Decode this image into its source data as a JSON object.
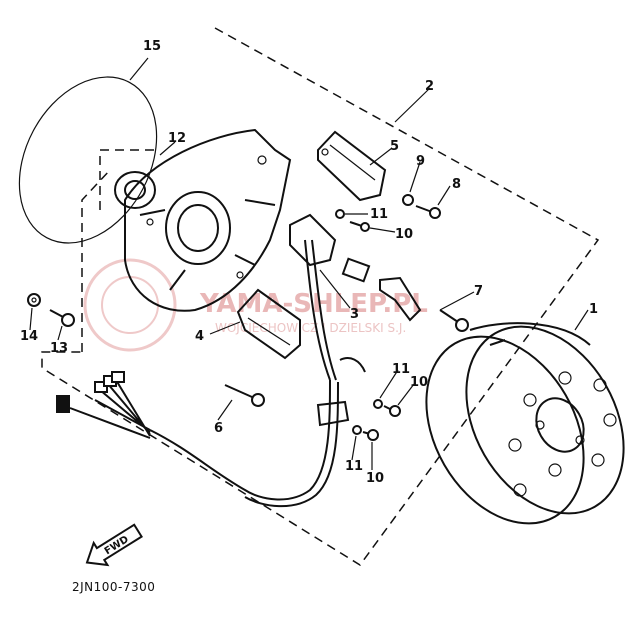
{
  "diagram": {
    "callouts": [
      "1",
      "2",
      "3",
      "4",
      "5",
      "6",
      "7",
      "8",
      "9",
      "10",
      "10",
      "10",
      "11",
      "11",
      "11",
      "12",
      "13",
      "14",
      "15"
    ],
    "part_code": "2JN100-7300",
    "fwd_label": "FWD",
    "watermark": {
      "main": "YAMA-SHLEP.PL",
      "sub": "WOJCIECHOWICZ I DZIELSKI S.J."
    }
  }
}
